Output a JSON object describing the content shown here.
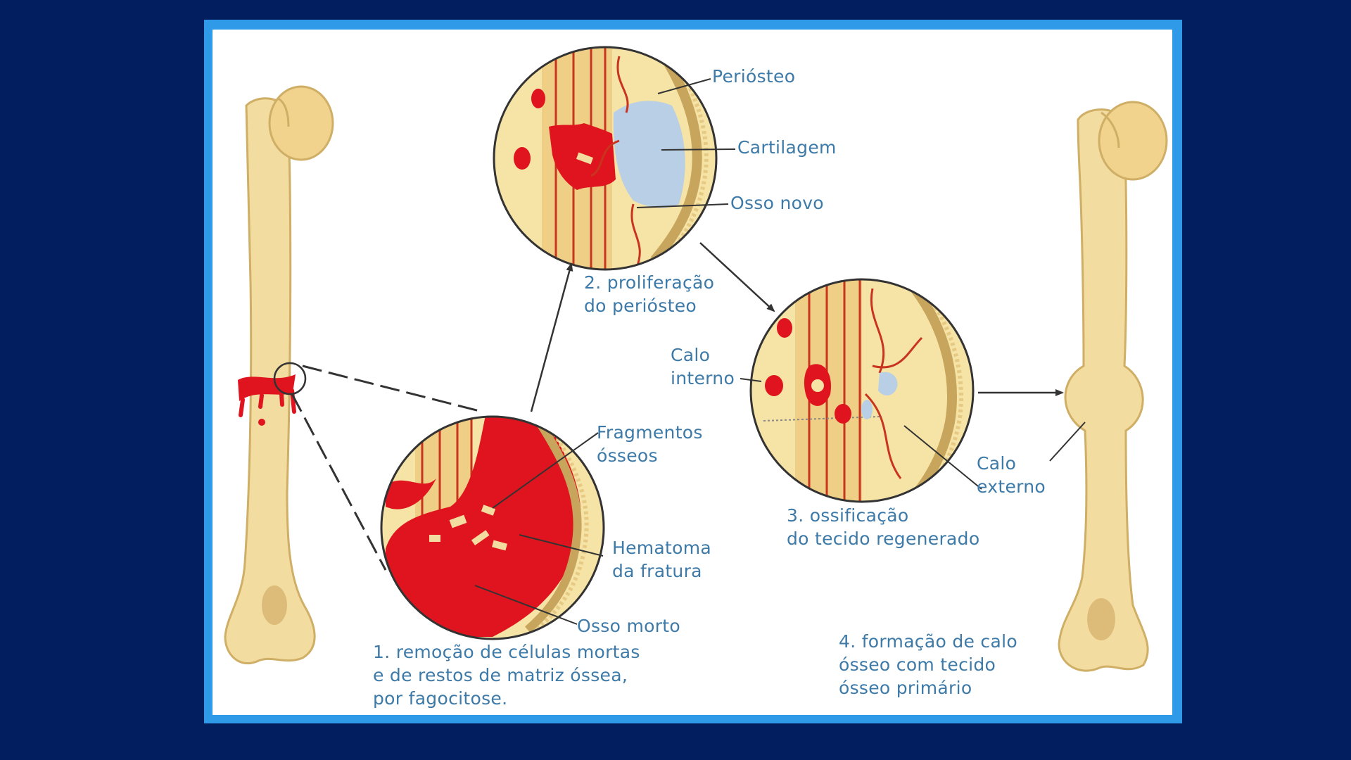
{
  "colors": {
    "background": "#021e5f",
    "frame_border": "#2f9be8",
    "panel": "#ffffff",
    "bone": "#f3dca0",
    "bone_shade": "#d8b870",
    "blood": "#e0141e",
    "cartilage": "#b9cfe6",
    "label_text": "#3d7aa8",
    "leader_line": "#333333"
  },
  "icons": {
    "bone": "bone-icon",
    "arrow": "arrow-icon"
  },
  "labels": {
    "periosteo": "Periósteo",
    "cartilagem": "Cartilagem",
    "osso_novo": "Osso novo",
    "step2": "2. proliferação\ndo periósteo",
    "calo_interno": "Calo\ninterno",
    "fragmentos": "Fragmentos\nósseos",
    "hematoma": "Hematoma\nda fratura",
    "osso_morto": "Osso morto",
    "step1": "1. remoção de células mortas\n   e de restos de matriz óssea,\n   por fagocitose.",
    "calo_externo": "Calo\nexterno",
    "step3": "3. ossificação\ndo tecido regenerado",
    "step4": "4. formação de calo\nósseo com tecido\nósseo primário"
  }
}
